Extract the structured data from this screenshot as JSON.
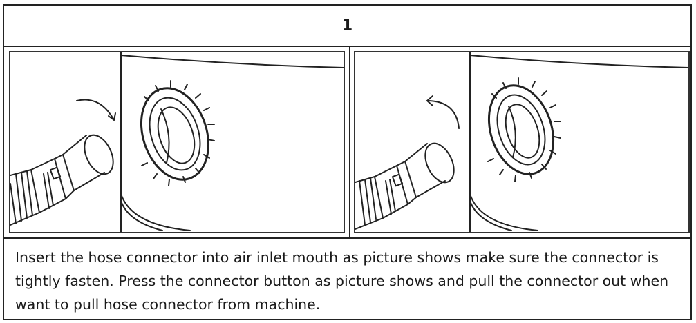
{
  "step": {
    "number": "1"
  },
  "panels": [
    {
      "id": "insert",
      "arrow_direction": "clockwise",
      "illustration": "hose-connector-insert"
    },
    {
      "id": "remove",
      "arrow_direction": "counterclockwise",
      "illustration": "hose-connector-remove"
    }
  ],
  "instructions": {
    "text": "Insert the hose connector into air inlet mouth as picture shows make sure the connector is tightly fasten. Press the connector button as picture shows and pull the connector out when want to pull hose connector from machine."
  },
  "colors": {
    "line": "#222222",
    "background": "#ffffff"
  }
}
